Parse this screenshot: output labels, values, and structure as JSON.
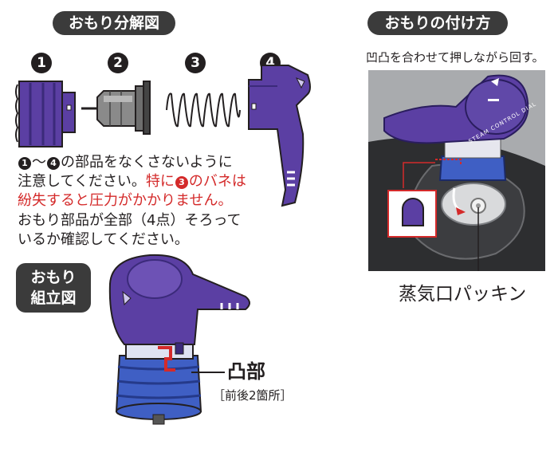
{
  "left_section": {
    "title": "おもり分解図",
    "parts": [
      {
        "num": "1",
        "icon": "bellows-base-part-icon"
      },
      {
        "num": "2",
        "icon": "pin-part-icon"
      },
      {
        "num": "3",
        "icon": "spring-part-icon"
      },
      {
        "num": "4",
        "icon": "cap-handle-part-icon"
      }
    ],
    "notice": {
      "range_start": "1",
      "range_mid": "〜",
      "range_end": "4",
      "line1_rest": "の部品をなくさないように",
      "line2_a": "注意してください。",
      "line2_b": "特に",
      "line2_num": "3",
      "line2_c": "のバネは",
      "line3": "紛失すると圧力がかかりません。",
      "line4": "おもり部品が全部（4点）そろって",
      "line5": "いるか確認してください。"
    },
    "assembly_title_line1": "おもり",
    "assembly_title_line2": "組立図",
    "convex_label": "凸部",
    "convex_note": "［前後2箇所］"
  },
  "right_section": {
    "title": "おもりの付け方",
    "instruction": "凹凸を合わせて押しながら回す。",
    "dial_label": "STEAM CONTROL DIAL",
    "packing_label": "蒸気口パッキン"
  },
  "colors": {
    "purple": "#5b3fa3",
    "dark_purple": "#3b2a7a",
    "blue": "#3f5fc4",
    "red": "#d42a2a",
    "pill_bg": "#3b3b3b"
  }
}
